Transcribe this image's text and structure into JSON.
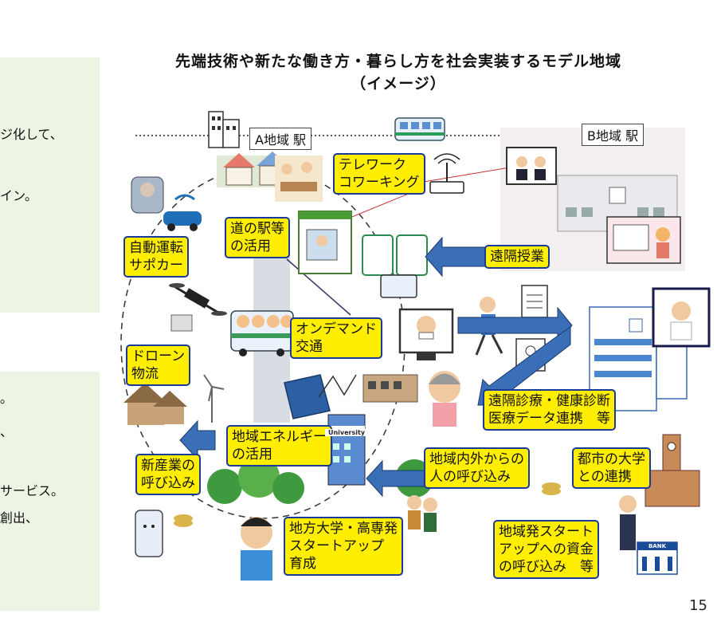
{
  "title": {
    "line1": "先端技術や新たな働き方・暮らし方を社会実装するモデル地域",
    "line2": "（イメージ）"
  },
  "left_panel": {
    "fragments": [
      "ジ化して、",
      "イン。",
      "。",
      "、",
      "サービス。",
      "創出、"
    ]
  },
  "stations": {
    "a": "A地域 駅",
    "b": "B地域 駅"
  },
  "labels": {
    "telework": [
      "テレワーク",
      "コワーキング"
    ],
    "michinoeki": [
      "道の駅等",
      "の活用"
    ],
    "autodrive": [
      "自動運転",
      "サポカー"
    ],
    "remote_class": "遠隔授業",
    "ondemand": [
      "オンデマンド",
      "交通"
    ],
    "drone": [
      "ドローン",
      "物流"
    ],
    "remote_medical": [
      "遠隔診療・健康診断",
      "医療データ連携　等"
    ],
    "energy": [
      "地域エネルギー",
      "の活用"
    ],
    "attract_people": [
      "地域内外からの",
      "人の呼び込み"
    ],
    "city_univ": [
      "都市の大学",
      "との連携"
    ],
    "new_industry": [
      "新産業の",
      "呼び込み"
    ],
    "local_univ": [
      "地方大学・高専発",
      "スタートアップ",
      "育成"
    ],
    "startup_fund": [
      "地域発スタート",
      "アップへの資金",
      "の呼び込み　等"
    ]
  },
  "building_sign": "University",
  "bank_sign": "BANK",
  "page_number": "15",
  "colors": {
    "label_fill": "#ffee00",
    "label_border": "#1a3a9a",
    "arrow": "#3a6fb8",
    "panel": "#eef4e4"
  }
}
